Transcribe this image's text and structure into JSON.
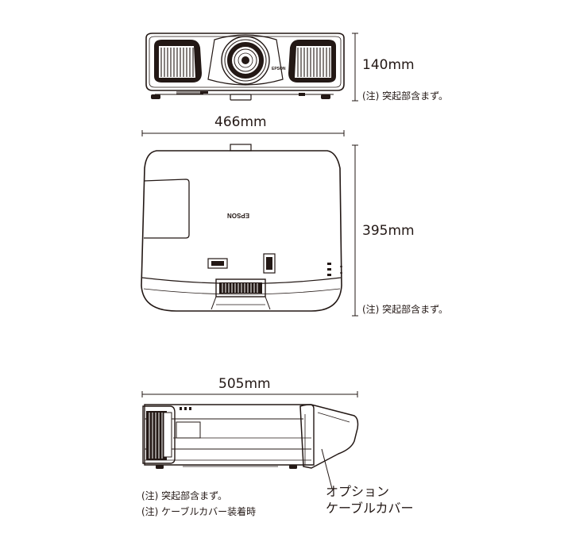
{
  "front_view": {
    "height_dim": "140mm",
    "note": "(注) 突起部含まず。",
    "logo": "EPSON"
  },
  "top_view": {
    "width_dim": "466mm",
    "depth_dim": "395mm",
    "note": "(注) 突起部含まず。",
    "logo": "EPSON"
  },
  "side_view": {
    "length_dim": "505mm",
    "note_1": "(注) 突起部含まず。",
    "note_2": "(注) ケーブルカバー装着時",
    "option_label_line1": "オプション",
    "option_label_line2": "ケーブルカバー"
  }
}
